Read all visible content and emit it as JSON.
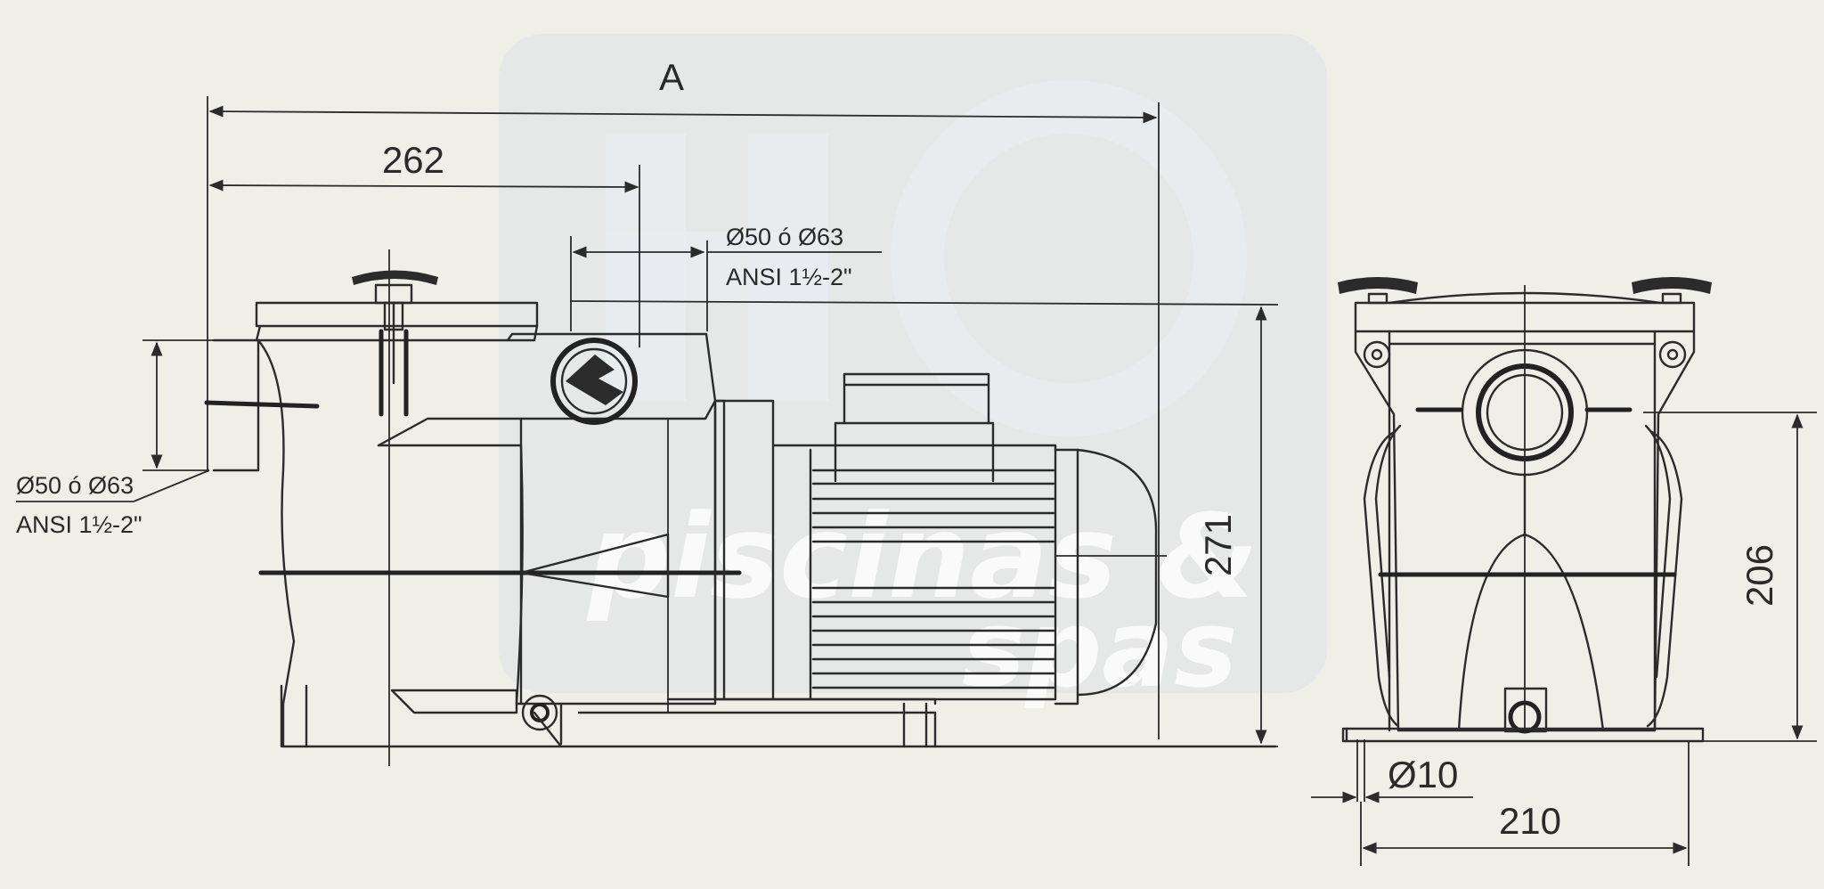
{
  "dimensions": {
    "overall_length": "A",
    "inlet_to_outlet": "262",
    "height_total": "271",
    "front_height": "206",
    "base_width": "210",
    "hole_diameter": "Ø10"
  },
  "ports": {
    "outlet_diameter": "Ø50 ó Ø63",
    "outlet_thread": "ANSI 1½-2\"",
    "inlet_diameter": "Ø50 ó Ø63",
    "inlet_thread": "ANSI 1½-2\""
  },
  "watermark": {
    "line1": "piscinas &",
    "line2": "spas"
  },
  "colors": {
    "paper": "#efeee7",
    "ink": "#2b2b2b",
    "watermark": "#dfe4ea"
  }
}
